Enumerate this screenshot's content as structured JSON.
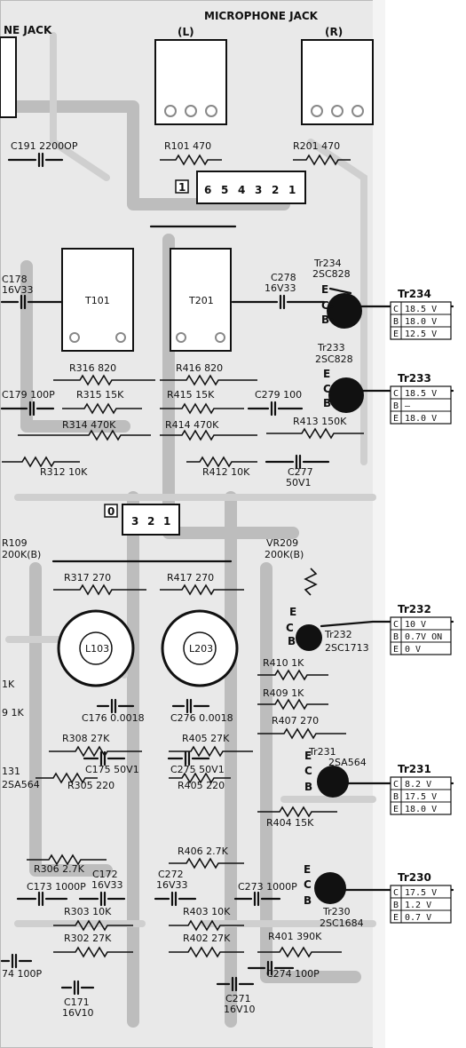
{
  "header": {
    "left_jack": "NE JACK",
    "mic_jack": "MICROPHONE JACK",
    "left_channel": "(L)",
    "right_channel": "(R)"
  },
  "connectors": {
    "top": {
      "pin1": "1",
      "pins": [
        "6",
        "5",
        "4",
        "3",
        "2",
        "1"
      ]
    },
    "mid": {
      "pin1": "0",
      "pins": [
        "3",
        "2",
        "1"
      ]
    }
  },
  "components": {
    "c191": "C191 2200OP",
    "r101": "R101 470",
    "r201": "R201 470",
    "c178": "C178",
    "c178_v": "16V33",
    "t101": "T101",
    "t201": "T201",
    "c278": "C278",
    "c278_v": "16V33",
    "tr234_tag": "Tr234",
    "tr234_type": "2SC828",
    "r316": "R316 820",
    "r416": "R416 820",
    "c179": "C179 100P",
    "r315": "R315 15K",
    "r415": "R415 15K",
    "c279": "C279 100",
    "tr233_tag": "Tr233",
    "tr233_type": "2SC828",
    "r314": "R314 470K",
    "r414": "R414 470K",
    "r413": "R413 150K",
    "r312": "R312 10K",
    "r412": "R412 10K",
    "c277": "C277",
    "c277_v": "50V1",
    "r109": "R109",
    "r109_v": "200K(B)",
    "vr209": "VR209",
    "vr209_v": "200K(B)",
    "r317": "R317 270",
    "r417": "R417 270",
    "l103": "L103",
    "l203": "L203",
    "tr232_tag": "Tr232",
    "tr232_type": "2SC1713",
    "r410": "R410 1K",
    "r409": "R409 1K",
    "r407": "R407 270",
    "c176": "C176 0.0018",
    "c276": "C276 0.0018",
    "r308": "R308 27K",
    "r405": "R405 27K",
    "c175": "C175 50V1",
    "c275": "C275 50V1",
    "tr231_tag": "Tr231",
    "tr231_type": "2SA564",
    "tr131_type": "2SA564",
    "r305": "R305 220",
    "r405b": "R405 220",
    "r404": "R404 15K",
    "r306": "R306 2.7K",
    "r406": "R406 2.7K",
    "c173": "C173 1000P",
    "c172": "C172",
    "c172_v": "16V33",
    "c272": "C272",
    "c272_v": "16V33",
    "c273": "C273 1000P",
    "tr230_tag": "Tr230",
    "tr230_type": "2SC1684",
    "r303": "R303 10K",
    "r403": "R403 10K",
    "r302": "R302 27K",
    "r402": "R402 27K",
    "r401": "R401 390K",
    "c274": "C274 100P",
    "c174": "74 100P",
    "c171": "C171",
    "c171_v": "16V10",
    "c271": "C271",
    "c271_v": "16V10",
    "edge_1k_a": "1K",
    "edge_1k_b": "9 1K",
    "edge_131": "131"
  },
  "voltage_tables": [
    {
      "title": "Tr234",
      "rows": [
        {
          "pin": "C",
          "value": "18.5 V"
        },
        {
          "pin": "B",
          "value": "18.0 V"
        },
        {
          "pin": "E",
          "value": "12.5 V"
        }
      ]
    },
    {
      "title": "Tr233",
      "rows": [
        {
          "pin": "C",
          "value": "18.5 V"
        },
        {
          "pin": "B",
          "value": "—"
        },
        {
          "pin": "E",
          "value": "18.0 V"
        }
      ]
    },
    {
      "title": "Tr232",
      "rows": [
        {
          "pin": "C",
          "value": "10 V"
        },
        {
          "pin": "B",
          "value": "0.7V ON"
        },
        {
          "pin": "E",
          "value": "0 V"
        }
      ]
    },
    {
      "title": "Tr231",
      "rows": [
        {
          "pin": "C",
          "value": "8.2 V"
        },
        {
          "pin": "B",
          "value": "17.5 V"
        },
        {
          "pin": "E",
          "value": "18.0 V"
        }
      ]
    },
    {
      "title": "Tr230",
      "rows": [
        {
          "pin": "C",
          "value": "17.5 V"
        },
        {
          "pin": "B",
          "value": "1.2 V"
        },
        {
          "pin": "E",
          "value": "0.7 V"
        }
      ]
    }
  ]
}
